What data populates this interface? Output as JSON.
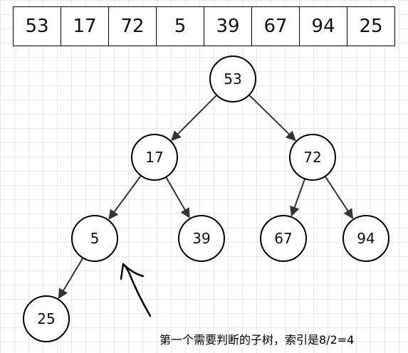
{
  "array": [
    "53",
    "17",
    "72",
    "5",
    "39",
    "67",
    "94",
    "25"
  ],
  "tree": {
    "nodes": [
      {
        "id": "n0",
        "label": "53"
      },
      {
        "id": "n1",
        "label": "17"
      },
      {
        "id": "n2",
        "label": "72"
      },
      {
        "id": "n3",
        "label": "5"
      },
      {
        "id": "n4",
        "label": "39"
      },
      {
        "id": "n5",
        "label": "67"
      },
      {
        "id": "n6",
        "label": "94"
      },
      {
        "id": "n7",
        "label": "25"
      }
    ],
    "edges": [
      [
        "n0",
        "n1"
      ],
      [
        "n0",
        "n2"
      ],
      [
        "n1",
        "n3"
      ],
      [
        "n1",
        "n4"
      ],
      [
        "n2",
        "n5"
      ],
      [
        "n2",
        "n6"
      ],
      [
        "n3",
        "n7"
      ]
    ]
  },
  "caption": "第一个需要判断的子树，索引是8/2=4"
}
